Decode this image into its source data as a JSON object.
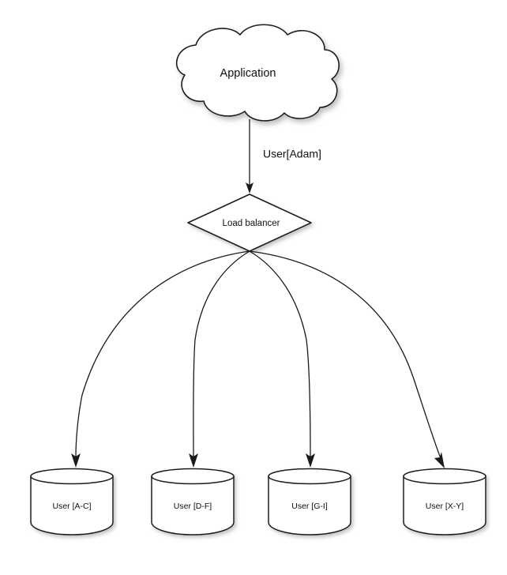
{
  "diagram": {
    "type": "architecture-flow",
    "background_color": "#ffffff",
    "stroke_color": "#1a1a1a",
    "fill_color": "#ffffff",
    "text_color": "#101010",
    "nodes": {
      "application": {
        "label": "Application",
        "shape": "cloud"
      },
      "load_balancer": {
        "label": "Load balancer",
        "shape": "diamond"
      },
      "shards": [
        {
          "label": "User [A-C]",
          "shape": "cylinder"
        },
        {
          "label": "User [D-F]",
          "shape": "cylinder"
        },
        {
          "label": "User [G-I]",
          "shape": "cylinder"
        },
        {
          "label": "User [X-Y]",
          "shape": "cylinder"
        }
      ]
    },
    "edges": {
      "app_to_balancer": {
        "label": "User[Adam]",
        "from": "application",
        "to": "load_balancer"
      },
      "balancer_to_shards_label": ""
    }
  }
}
